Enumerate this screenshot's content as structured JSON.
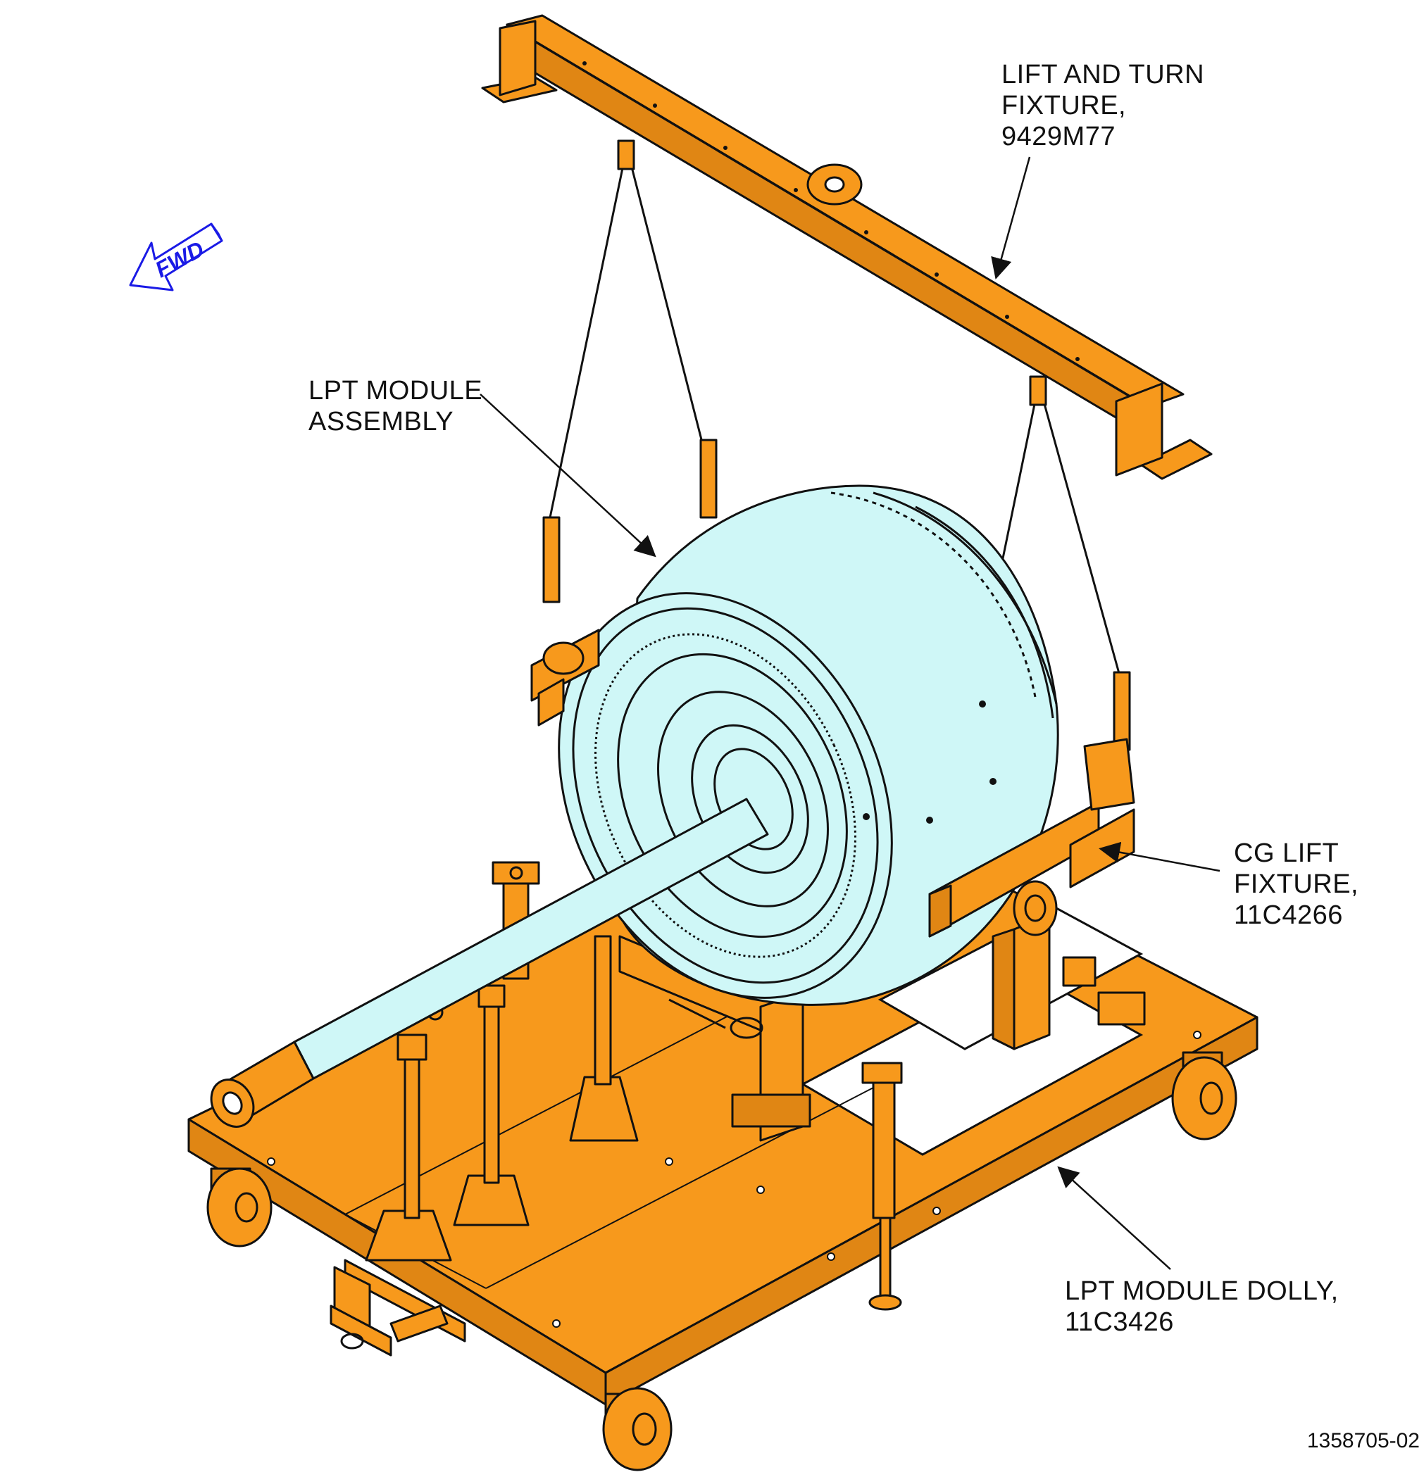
{
  "colors": {
    "fixture_orange": "#F7991C",
    "module_cyan": "#CFF7F7",
    "fwd_blue": "#1A1AE6",
    "line_black": "#111111"
  },
  "fwd_arrow": {
    "label": "FWD",
    "icon": "forward-arrow-icon"
  },
  "callouts": {
    "lift_turn_fixture": [
      "LIFT AND TURN",
      "FIXTURE,",
      "9429M77"
    ],
    "lpt_module_assembly": [
      "LPT MODULE",
      "ASSEMBLY"
    ],
    "cg_lift_fixture": [
      "CG LIFT",
      "FIXTURE,",
      "11C4266"
    ],
    "lpt_module_dolly": [
      "LPT MODULE DOLLY,",
      "11C3426"
    ]
  },
  "figure_number": "1358705-02"
}
